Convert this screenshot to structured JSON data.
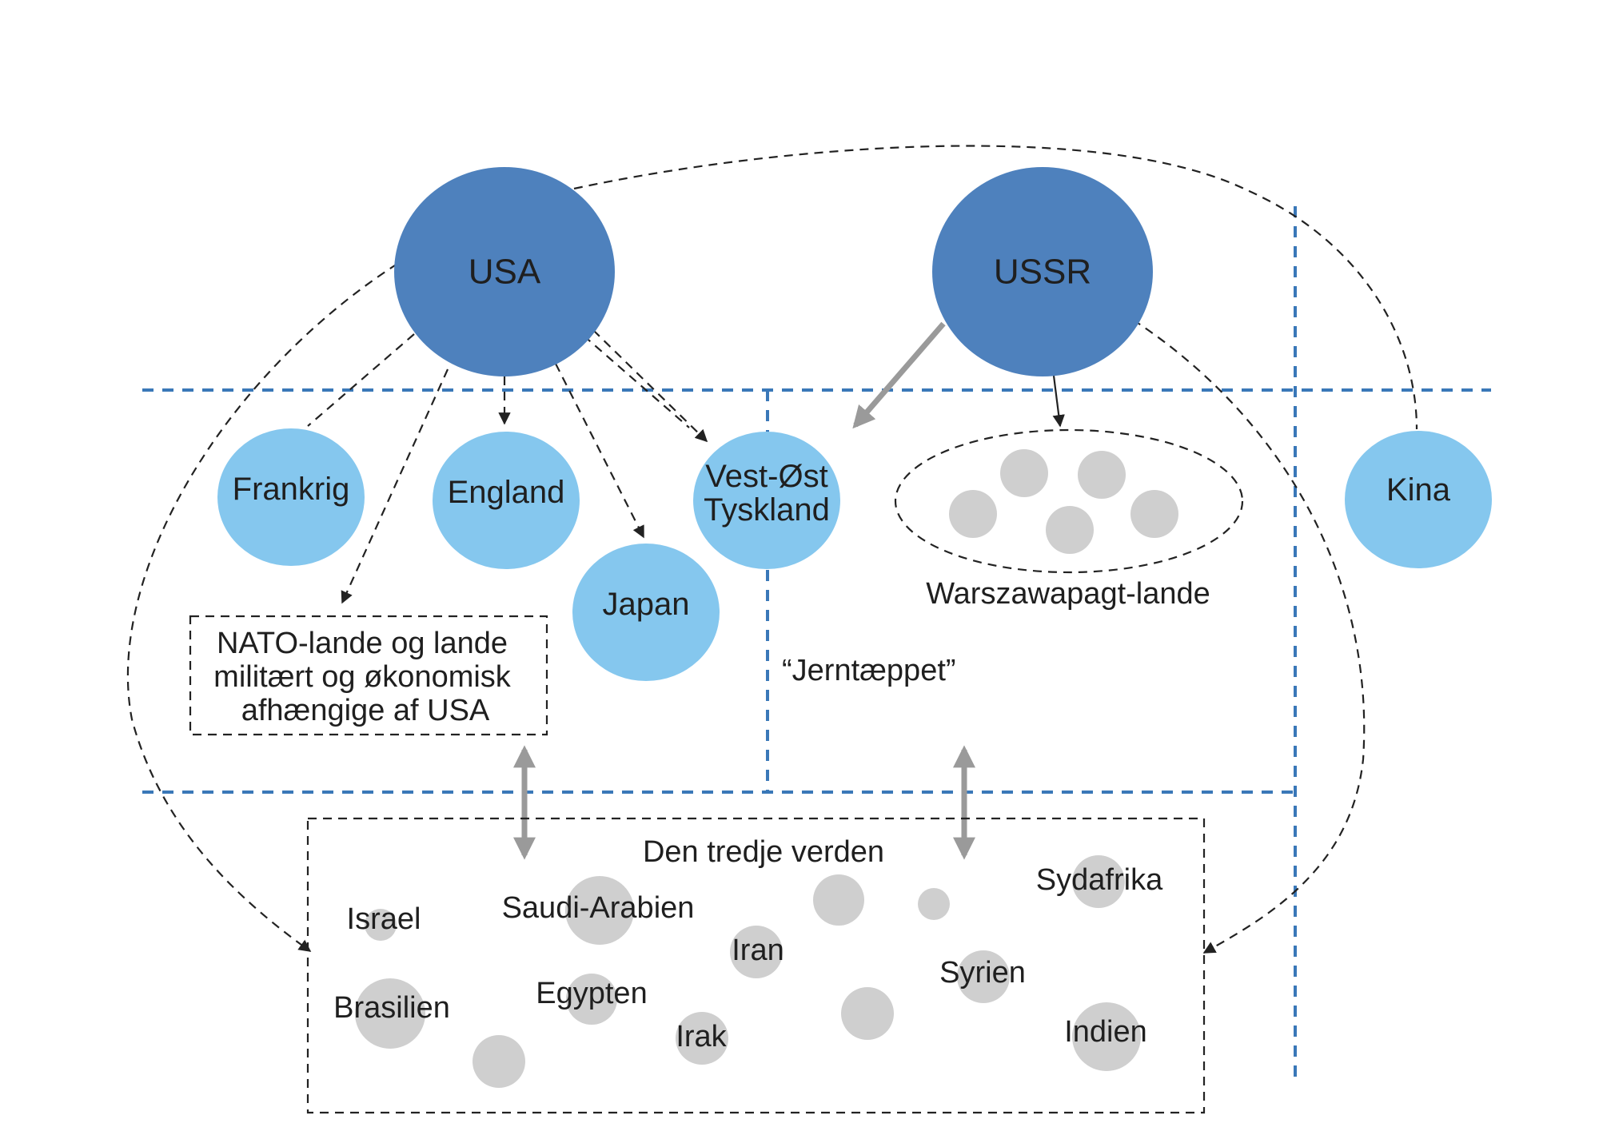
{
  "colors": {
    "superpower": "#4e81bd",
    "ally": "#85c7ee",
    "bloc": "#cfcfcf",
    "divider": "#3a78b8",
    "relation_arrow": "#222222",
    "influence_arrow": "#9a9a9a"
  },
  "nodes": {
    "usa": "USA",
    "ussr": "USSR",
    "frankrig": "Frankrig",
    "england": "England",
    "japan": "Japan",
    "tyskland_line1": "Vest-Øst",
    "tyskland_line2": "Tyskland",
    "kina": "Kina"
  },
  "nato_box": {
    "line1": "NATO-lande og lande",
    "line2": "militært og økonomisk",
    "line3": "afhængige af USA"
  },
  "warsaw_label": "Warszawapagt-lande",
  "iron_curtain_label": "“Jerntæppet”",
  "third_world": {
    "title": "Den tredje verden",
    "countries": {
      "israel": "Israel",
      "saudi": "Saudi-Arabien",
      "iran": "Iran",
      "sydafrika": "Sydafrika",
      "brasilien": "Brasilien",
      "egypten": "Egypten",
      "irak": "Irak",
      "syrien": "Syrien",
      "indien": "Indien"
    }
  }
}
